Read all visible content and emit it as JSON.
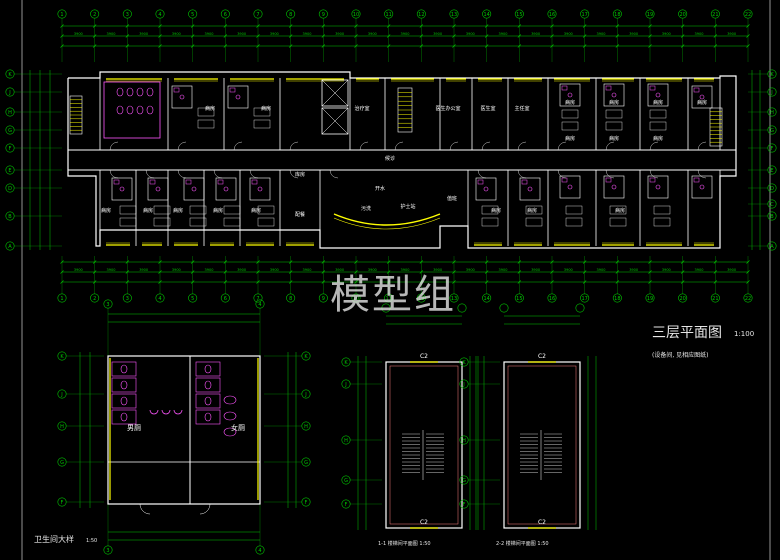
{
  "watermark": "模型组",
  "plan": {
    "title": "三层平面图",
    "scale": "1:100",
    "note": "(设备间, 见相应图纸)",
    "grid_numbers": [
      "1",
      "2",
      "3",
      "4",
      "5",
      "6",
      "7",
      "8",
      "9",
      "10",
      "11",
      "12",
      "13",
      "14",
      "15",
      "16",
      "17",
      "18",
      "19",
      "20",
      "21",
      "22"
    ],
    "grid_letters_left": [
      "K",
      "J",
      "H",
      "G",
      "F",
      "E",
      "D",
      "B",
      "A"
    ],
    "grid_letters_right": [
      "K",
      "J",
      "H",
      "G",
      "F",
      "E",
      "D",
      "C",
      "B",
      "A"
    ],
    "rooms": [
      {
        "name": "病房"
      },
      {
        "name": "病房"
      },
      {
        "name": "病房"
      },
      {
        "name": "病房"
      },
      {
        "name": "病房"
      },
      {
        "name": "病房"
      },
      {
        "name": "病房"
      },
      {
        "name": "病房"
      },
      {
        "name": "病房"
      },
      {
        "name": "病房"
      },
      {
        "name": "病房"
      },
      {
        "name": "病房"
      },
      {
        "name": "病房"
      },
      {
        "name": "病房"
      },
      {
        "name": "病房"
      },
      {
        "name": "病房"
      },
      {
        "name": "病房"
      },
      {
        "name": "配餐"
      },
      {
        "name": "护士站"
      },
      {
        "name": "值班"
      },
      {
        "name": "医生办公室"
      },
      {
        "name": "医生室"
      },
      {
        "name": "主任室"
      },
      {
        "name": "治疗室"
      },
      {
        "name": "污洗"
      },
      {
        "name": "开水"
      },
      {
        "name": "库房"
      },
      {
        "name": "候诊"
      }
    ]
  },
  "toilet_detail": {
    "title": "卫生间大样",
    "scale": "1:50",
    "rooms": [
      "男厕",
      "女厕"
    ],
    "grid_numbers": [
      "3",
      "4"
    ],
    "grid_letters": [
      "K",
      "J",
      "H",
      "G",
      "F"
    ]
  },
  "stair1": {
    "title": "1-1 楼梯间平面图 1:50",
    "labels": [
      "C2",
      "C2"
    ],
    "grid_letters": [
      "K",
      "J",
      "H",
      "G",
      "F"
    ]
  },
  "stair2": {
    "title": "2-2 楼梯间平面图 1:50",
    "labels": [
      "C2",
      "C2"
    ],
    "grid_letters": [
      "K",
      "J",
      "H",
      "G",
      "F"
    ]
  },
  "colors": {
    "background": "#000000",
    "dimension": "#00c800",
    "axis_bubble": "#00c800",
    "wall": "#ffffff",
    "window": "#ffff00",
    "fixture": "#ff55ff",
    "text": "#e6e6e6",
    "stair": "#ff8080"
  }
}
